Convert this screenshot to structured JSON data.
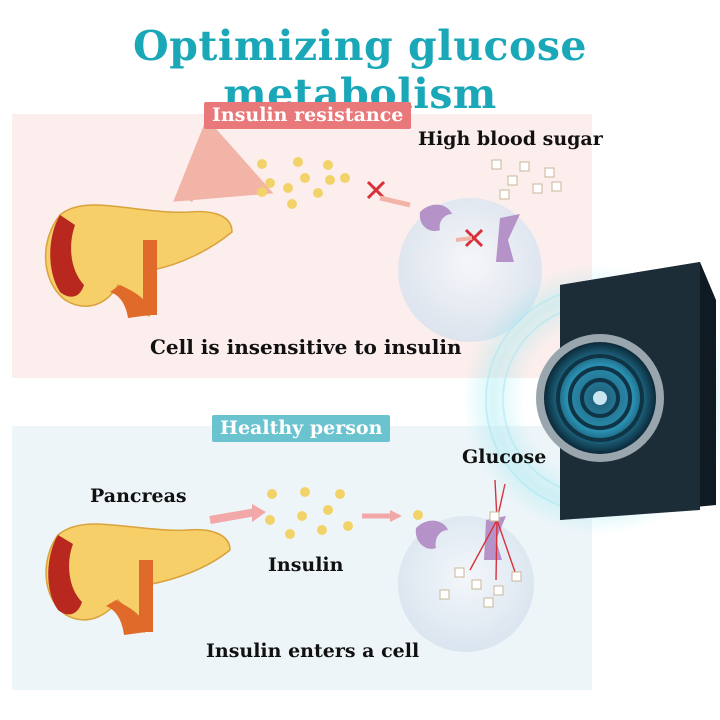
{
  "title": "Optimizing glucose metabolism",
  "colors": {
    "title": "#1aa8b8",
    "panel_top_badge": "#e8787a",
    "panel_bottom_badge": "#6cc3d0",
    "insulin_dot": "#f2d36a",
    "block_mark": "#d8303a",
    "receptor": "#b592c8",
    "arrow_top": "#f3b4a8",
    "arrow_bottom": "#f2a8a8",
    "pancreas_body": "#f6cf68",
    "pancreas_tube": "#e06a2a"
  },
  "top": {
    "badge": "Insulin resistance",
    "high_sugar": "High blood sugar",
    "caption": "Cell is insensitive to insulin"
  },
  "bottom": {
    "badge": "Healthy person",
    "pancreas": "Pancreas",
    "insulin": "Insulin",
    "glucose": "Glucose",
    "caption": "Insulin enters a cell"
  },
  "icons": [
    "pancreas-icon",
    "insulin-dots",
    "receptor-icon",
    "block-x-icon",
    "sugar-cube-icon",
    "device-speaker-icon",
    "cell-sphere"
  ]
}
